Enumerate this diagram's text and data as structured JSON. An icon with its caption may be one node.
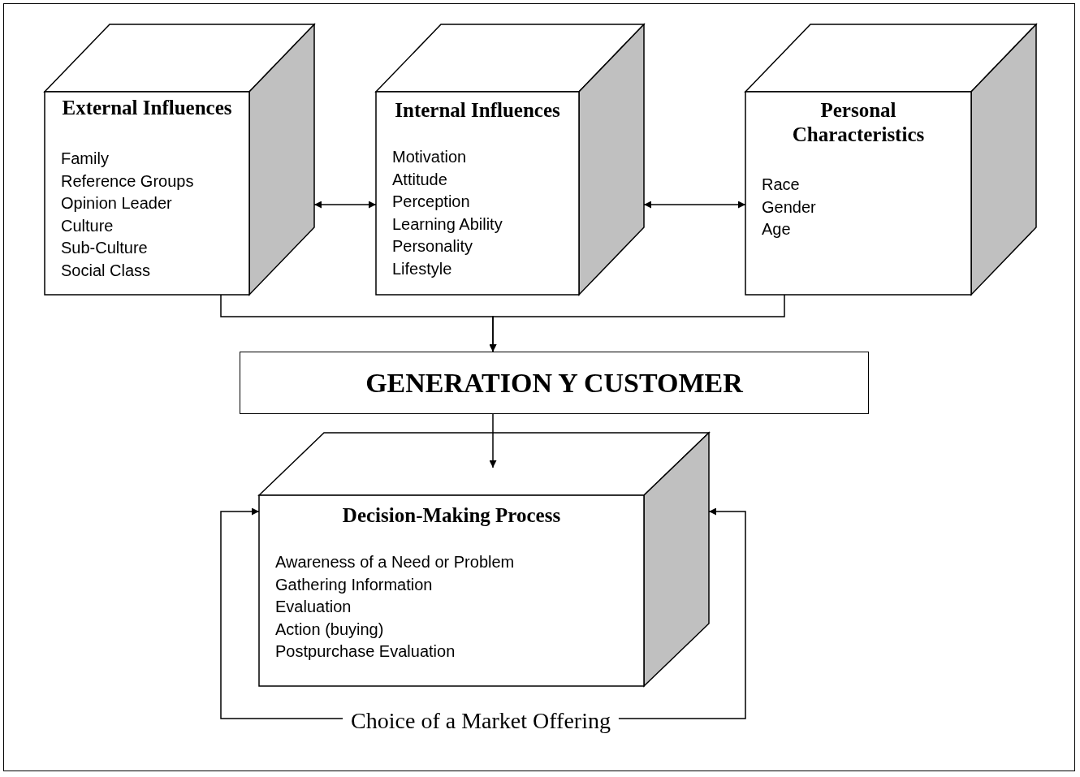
{
  "diagram": {
    "nodes": [
      {
        "text": [
          "External Influences",
          "Family",
          "Reference Groups",
          "Opinion Leader",
          "Culture",
          "Sub-Culture",
          "Social Class"
        ]
      },
      {
        "text": [
          "Internal Influences",
          "Motivation",
          "Attitude",
          "Perception",
          "Learning Ability",
          "Personality",
          "Lifestyle"
        ]
      },
      {
        "text": [
          "Personal Characteristics",
          "Race",
          "Gender",
          "Age"
        ]
      },
      {
        "text": [
          "GENERATION Y CUSTOMER"
        ]
      },
      {
        "text": [
          "Decision-Making Process",
          "Awareness of a Need or Problem",
          "Gathering Information",
          "Evaluation",
          "Action (buying)",
          "Postpurchase Evaluation"
        ]
      },
      {
        "text": [
          "Choice of a Market Offering"
        ]
      }
    ],
    "edges": [
      {
        "from": 0,
        "to": 1,
        "arrow": "both"
      },
      {
        "from": 1,
        "to": 2,
        "arrow": "both"
      },
      {
        "from": 0,
        "to": 3,
        "arrow": "to"
      },
      {
        "from": 2,
        "to": 3,
        "arrow": "to"
      },
      {
        "from": 3,
        "to": 4,
        "arrow": "to"
      },
      {
        "from": 5,
        "to": 4,
        "arrow": "to"
      },
      {
        "from": 5,
        "to": 4,
        "arrow": "to"
      }
    ]
  }
}
